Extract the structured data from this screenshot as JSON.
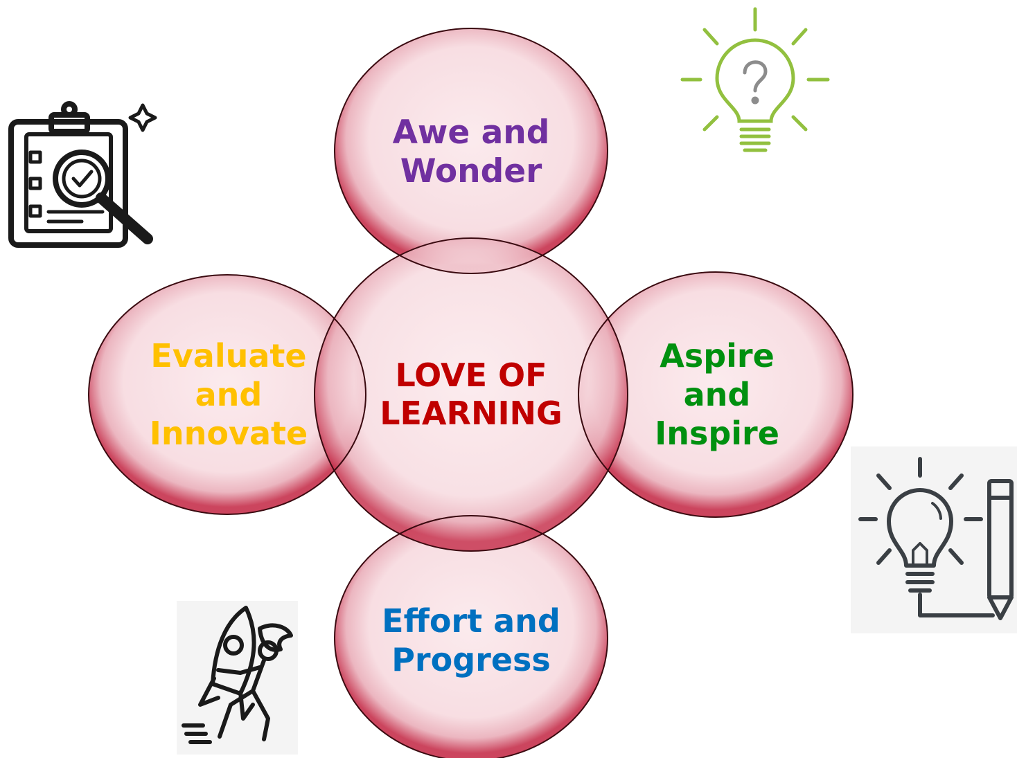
{
  "diagram": {
    "center": {
      "lines": [
        "LOVE OF",
        "LEARNING"
      ],
      "color": "#c00000"
    },
    "top": {
      "lines": [
        "Awe and",
        "Wonder"
      ],
      "color": "#7030a0"
    },
    "left": {
      "lines": [
        "Evaluate",
        "and",
        "Innovate"
      ],
      "color": "#ffc000"
    },
    "right": {
      "lines": [
        "Aspire",
        "and",
        "Inspire"
      ],
      "color": "#00900f"
    },
    "bottom": {
      "lines": [
        "Effort and",
        "Progress"
      ],
      "color": "#0070c0"
    }
  },
  "colors": {
    "bubble_fill": "#f8dde2",
    "bubble_rim": "#d4415a",
    "bubble_outline": "#3a0a10",
    "bulb_icon": "#92c03f",
    "line_icon": "#1a1a1a"
  },
  "icons": [
    "clipboard-magnifier-icon",
    "question-lightbulb-icon",
    "lightbulb-pencil-icon",
    "rocket-runner-icon"
  ]
}
